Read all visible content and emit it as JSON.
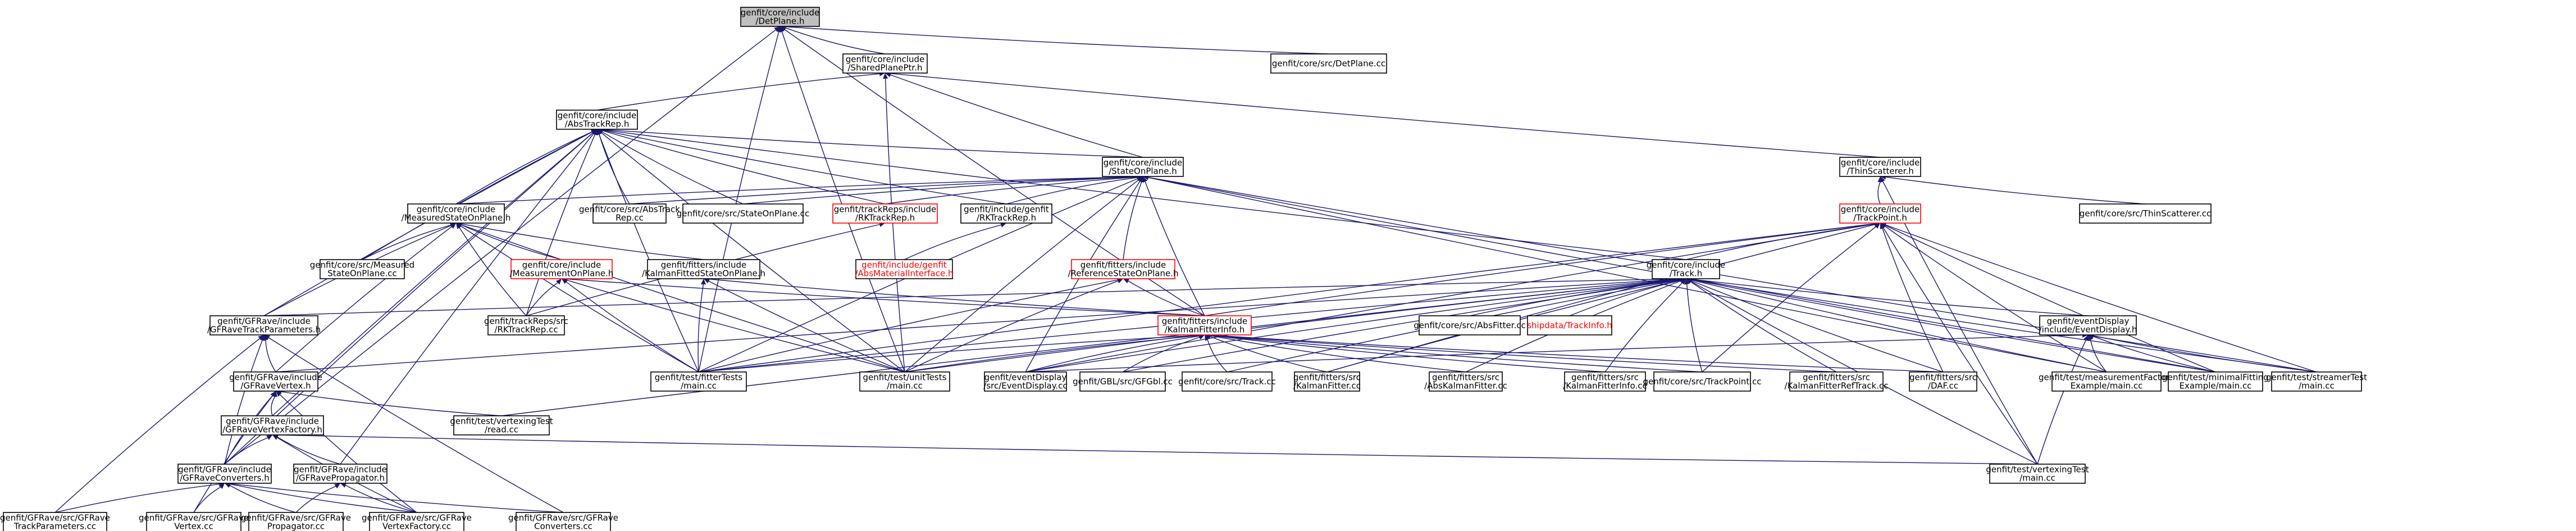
{
  "graph": {
    "kind": "include-dependency-graph",
    "nodes": [
      {
        "id": "detplane_h",
        "lines": [
          "genfit/core/include",
          "/DetPlane.h"
        ],
        "style": "root"
      },
      {
        "id": "detplane_cc",
        "lines": [
          "genfit/core/src/DetPlane.cc"
        ]
      },
      {
        "id": "sharedplaneptr_h",
        "lines": [
          "genfit/core/include",
          "/SharedPlanePtr.h"
        ]
      },
      {
        "id": "abstrackrep_h",
        "lines": [
          "genfit/core/include",
          "/AbsTrackRep.h"
        ]
      },
      {
        "id": "thinscatterer_h",
        "lines": [
          "genfit/core/include",
          "/ThinScatterer.h"
        ]
      },
      {
        "id": "thinscatterer_cc",
        "lines": [
          "genfit/core/src/ThinScatterer.cc"
        ]
      },
      {
        "id": "stateonplane_h",
        "lines": [
          "genfit/core/include",
          "/StateOnPlane.h"
        ]
      },
      {
        "id": "measuredstateonplane_h",
        "lines": [
          "genfit/core/include",
          "/MeasuredStateOnPlane.h"
        ]
      },
      {
        "id": "abstrackrep_cc",
        "lines": [
          "genfit/core/src/AbsTrack",
          "Rep.cc"
        ]
      },
      {
        "id": "stateonplane_cc",
        "lines": [
          "genfit/core/src/StateOnPlane.cc"
        ]
      },
      {
        "id": "rktrackrep_inc_h",
        "lines": [
          "genfit/trackReps/include",
          "/RKTrackRep.h"
        ],
        "style": "redbox"
      },
      {
        "id": "genfit_rktrackrep_h",
        "lines": [
          "genfit/include/genfit",
          "/RKTrackRep.h"
        ]
      },
      {
        "id": "trackpoint_h",
        "lines": [
          "genfit/core/include",
          "/TrackPoint.h"
        ],
        "style": "redbox"
      },
      {
        "id": "measuredstateonplane_cc",
        "lines": [
          "genfit/core/src/Measured",
          "StateOnPlane.cc"
        ]
      },
      {
        "id": "abshmaterialinterface_h",
        "lines": [
          "genfit/include/genfit",
          "/AbsMaterialInterface.h"
        ],
        "style": "redtext"
      },
      {
        "id": "measurementonplane_h",
        "lines": [
          "genfit/core/include",
          "/MeasurementOnPlane.h"
        ],
        "style": "redbox"
      },
      {
        "id": "kalmanfittedstateonplane_h",
        "lines": [
          "genfit/fitters/include",
          "/KalmanFittedStateOnPlane.h"
        ]
      },
      {
        "id": "referencestateonplane_h",
        "lines": [
          "genfit/fitters/include",
          "/ReferenceStateOnPlane.h"
        ],
        "style": "redbox"
      },
      {
        "id": "track_h",
        "lines": [
          "genfit/core/include",
          "/Track.h"
        ]
      },
      {
        "id": "gfravetrackparameters_h",
        "lines": [
          "genfit/GFRave/include",
          "/GFRaveTrackParameters.h"
        ]
      },
      {
        "id": "rktrackrep_cc",
        "lines": [
          "genfit/trackReps/src",
          "/RKTrackRep.cc"
        ]
      },
      {
        "id": "kalmanfitterinfo_h",
        "lines": [
          "genfit/fitters/include",
          "/KalmanFitterInfo.h"
        ],
        "style": "redbox"
      },
      {
        "id": "absfitter_cc",
        "lines": [
          "genfit/core/src/AbsFitter.cc"
        ]
      },
      {
        "id": "shipdata_trackinfo_h",
        "lines": [
          "shipdata/TrackInfo.h"
        ],
        "style": "redtext"
      },
      {
        "id": "eventdisplay_h",
        "lines": [
          "genfit/eventDisplay",
          "/include/EventDisplay.h"
        ]
      },
      {
        "id": "gfravevertex_h",
        "lines": [
          "genfit/GFRave/include",
          "/GFRaveVertex.h"
        ]
      },
      {
        "id": "fittertests_main_cc",
        "lines": [
          "genfit/test/fitterTests",
          "/main.cc"
        ]
      },
      {
        "id": "unittests_main_cc",
        "lines": [
          "genfit/test/unitTests",
          "/main.cc"
        ]
      },
      {
        "id": "eventdisplay_cc",
        "lines": [
          "genfit/eventDisplay",
          "/src/EventDisplay.cc"
        ]
      },
      {
        "id": "gfgbl_cc",
        "lines": [
          "genfit/GBL/src/GFGbl.cc"
        ]
      },
      {
        "id": "track_cc",
        "lines": [
          "genfit/core/src/Track.cc"
        ]
      },
      {
        "id": "kalmanfitter_cc",
        "lines": [
          "genfit/fitters/src",
          "/KalmanFitter.cc"
        ]
      },
      {
        "id": "abskalmanfitter_cc",
        "lines": [
          "genfit/fitters/src",
          "/AbsKalmanFitter.cc"
        ]
      },
      {
        "id": "kalmanfitterinfo_cc",
        "lines": [
          "genfit/fitters/src",
          "/KalmanFitterInfo.cc"
        ]
      },
      {
        "id": "trackpoint_cc",
        "lines": [
          "genfit/core/src/TrackPoint.cc"
        ]
      },
      {
        "id": "kalmanfitterreftrack_cc",
        "lines": [
          "genfit/fitters/src",
          "/KalmanFitterRefTrack.cc"
        ]
      },
      {
        "id": "daf_cc",
        "lines": [
          "genfit/fitters/src",
          "/DAF.cc"
        ]
      },
      {
        "id": "measurementfactory_main_cc",
        "lines": [
          "genfit/test/measurementFactory",
          "Example/main.cc"
        ]
      },
      {
        "id": "minimalfitting_main_cc",
        "lines": [
          "genfit/test/minimalFitting",
          "Example/main.cc"
        ]
      },
      {
        "id": "streamertest_main_cc",
        "lines": [
          "genfit/test/streamerTest",
          "/main.cc"
        ]
      },
      {
        "id": "vertexingtest_read_cc",
        "lines": [
          "genfit/test/vertexingTest",
          "/read.cc"
        ]
      },
      {
        "id": "gfravevertexfactory_h",
        "lines": [
          "genfit/GFRave/include",
          "/GFRaveVertexFactory.h"
        ]
      },
      {
        "id": "vertexingtest_main_cc",
        "lines": [
          "genfit/test/vertexingTest",
          "/main.cc"
        ]
      },
      {
        "id": "gfraveconverters_h",
        "lines": [
          "genfit/GFRave/include",
          "/GFRaveConverters.h"
        ]
      },
      {
        "id": "gfravepropagator_h",
        "lines": [
          "genfit/GFRave/include",
          "/GFRavePropagator.h"
        ]
      },
      {
        "id": "gfravetrackparameters_cc",
        "lines": [
          "genfit/GFRave/src/GFRave",
          "TrackParameters.cc"
        ]
      },
      {
        "id": "gfravevertex_cc",
        "lines": [
          "genfit/GFRave/src/GFRave",
          "Vertex.cc"
        ]
      },
      {
        "id": "gfravepropagator_cc",
        "lines": [
          "genfit/GFRave/src/GFRave",
          "Propagator.cc"
        ]
      },
      {
        "id": "gfravevertexfactory_cc",
        "lines": [
          "genfit/GFRave/src/GFRave",
          "VertexFactory.cc"
        ]
      },
      {
        "id": "gfraveconverters_cc",
        "lines": [
          "genfit/GFRave/src/GFRave",
          "Converters.cc"
        ]
      }
    ],
    "edges": [
      [
        "detplane_h",
        "detplane_cc"
      ],
      [
        "detplane_h",
        "sharedplaneptr_h"
      ],
      [
        "detplane_h",
        "fittertests_main_cc"
      ],
      [
        "detplane_h",
        "gfraveconverters_h"
      ],
      [
        "detplane_h",
        "unittests_main_cc"
      ],
      [
        "detplane_h",
        "kalmanfitterinfo_h"
      ],
      [
        "sharedplaneptr_h",
        "abstrackrep_h"
      ],
      [
        "sharedplaneptr_h",
        "stateonplane_h"
      ],
      [
        "sharedplaneptr_h",
        "thinscatterer_h"
      ],
      [
        "sharedplaneptr_h",
        "unittests_main_cc"
      ],
      [
        "abstrackrep_h",
        "stateonplane_h"
      ],
      [
        "abstrackrep_h",
        "measuredstateonplane_h"
      ],
      [
        "abstrackrep_h",
        "abstrackrep_cc"
      ],
      [
        "abstrackrep_h",
        "stateonplane_cc"
      ],
      [
        "abstrackrep_h",
        "rktrackrep_inc_h"
      ],
      [
        "abstrackrep_h",
        "genfit_rktrackrep_h"
      ],
      [
        "abstrackrep_h",
        "measuredstateonplane_cc"
      ],
      [
        "abstrackrep_h",
        "track_h"
      ],
      [
        "abstrackrep_h",
        "gfravetrackparameters_h"
      ],
      [
        "abstrackrep_h",
        "fittertests_main_cc"
      ],
      [
        "abstrackrep_h",
        "unittests_main_cc"
      ],
      [
        "abstrackrep_h",
        "gfravevertexfactory_h"
      ],
      [
        "abstrackrep_h",
        "gfraveconverters_h"
      ],
      [
        "abstrackrep_h",
        "gfravepropagator_h"
      ],
      [
        "abstrackrep_h",
        "rktrackrep_cc"
      ],
      [
        "thinscatterer_h",
        "thinscatterer_cc"
      ],
      [
        "thinscatterer_h",
        "trackpoint_h"
      ],
      [
        "thinscatterer_h",
        "vertexingtest_main_cc"
      ],
      [
        "stateonplane_h",
        "measuredstateonplane_h"
      ],
      [
        "stateonplane_h",
        "abstrackrep_cc"
      ],
      [
        "stateonplane_h",
        "stateonplane_cc"
      ],
      [
        "stateonplane_h",
        "rktrackrep_inc_h"
      ],
      [
        "stateonplane_h",
        "genfit_rktrackrep_h"
      ],
      [
        "stateonplane_h",
        "referencestateonplane_h"
      ],
      [
        "stateonplane_h",
        "kalmanfitterinfo_h"
      ],
      [
        "stateonplane_h",
        "fittertests_main_cc"
      ],
      [
        "stateonplane_h",
        "unittests_main_cc"
      ],
      [
        "stateonplane_h",
        "eventdisplay_cc"
      ],
      [
        "stateonplane_h",
        "measurementfactory_main_cc"
      ],
      [
        "stateonplane_h",
        "minimalfitting_main_cc"
      ],
      [
        "stateonplane_h",
        "streamertest_main_cc"
      ],
      [
        "measuredstateonplane_h",
        "measuredstateonplane_cc"
      ],
      [
        "measuredstateonplane_h",
        "measurementonplane_h"
      ],
      [
        "measuredstateonplane_h",
        "kalmanfittedstateonplane_h"
      ],
      [
        "measuredstateonplane_h",
        "rktrackrep_cc"
      ],
      [
        "measuredstateonplane_h",
        "fittertests_main_cc"
      ],
      [
        "measuredstateonplane_h",
        "gfravetrackparameters_h"
      ],
      [
        "measuredstateonplane_h",
        "unittests_main_cc"
      ],
      [
        "measuredstateonplane_h",
        "gfravevertex_h"
      ],
      [
        "rktrackrep_inc_h",
        "rktrackrep_cc"
      ],
      [
        "genfit_rktrackrep_h",
        "abshmaterialinterface_h"
      ],
      [
        "trackpoint_h",
        "track_h"
      ],
      [
        "trackpoint_h",
        "kalmanfitterinfo_h"
      ],
      [
        "trackpoint_h",
        "fittertests_main_cc"
      ],
      [
        "trackpoint_h",
        "trackpoint_cc"
      ],
      [
        "trackpoint_h",
        "daf_cc"
      ],
      [
        "trackpoint_h",
        "measurementfactory_main_cc"
      ],
      [
        "trackpoint_h",
        "minimalfitting_main_cc"
      ],
      [
        "trackpoint_h",
        "streamertest_main_cc"
      ],
      [
        "trackpoint_h",
        "vertexingtest_main_cc"
      ],
      [
        "trackpoint_h",
        "kalmanfitter_cc"
      ],
      [
        "trackpoint_h",
        "eventdisplay_cc"
      ],
      [
        "measurementonplane_h",
        "kalmanfitterinfo_h"
      ],
      [
        "measurementonplane_h",
        "rktrackrep_cc"
      ],
      [
        "measurementonplane_h",
        "fittertests_main_cc"
      ],
      [
        "measurementonplane_h",
        "unittests_main_cc"
      ],
      [
        "kalmanfittedstateonplane_h",
        "kalmanfitterinfo_h"
      ],
      [
        "kalmanfittedstateonplane_h",
        "fittertests_main_cc"
      ],
      [
        "kalmanfittedstateonplane_h",
        "unittests_main_cc"
      ],
      [
        "referencestateonplane_h",
        "kalmanfitterinfo_h"
      ],
      [
        "referencestateonplane_h",
        "fittertests_main_cc"
      ],
      [
        "referencestateonplane_h",
        "unittests_main_cc"
      ],
      [
        "track_h",
        "absfitter_cc"
      ],
      [
        "track_h",
        "shipdata_trackinfo_h"
      ],
      [
        "track_h",
        "eventdisplay_h"
      ],
      [
        "track_h",
        "gfravetrackparameters_h"
      ],
      [
        "track_h",
        "fittertests_main_cc"
      ],
      [
        "track_h",
        "unittests_main_cc"
      ],
      [
        "track_h",
        "eventdisplay_cc"
      ],
      [
        "track_h",
        "gfgbl_cc"
      ],
      [
        "track_h",
        "track_cc"
      ],
      [
        "track_h",
        "kalmanfitter_cc"
      ],
      [
        "track_h",
        "abskalmanfitter_cc"
      ],
      [
        "track_h",
        "kalmanfitterinfo_cc"
      ],
      [
        "track_h",
        "trackpoint_cc"
      ],
      [
        "track_h",
        "kalmanfitterreftrack_cc"
      ],
      [
        "track_h",
        "daf_cc"
      ],
      [
        "track_h",
        "measurementfactory_main_cc"
      ],
      [
        "track_h",
        "minimalfitting_main_cc"
      ],
      [
        "track_h",
        "streamertest_main_cc"
      ],
      [
        "track_h",
        "vertexingtest_main_cc"
      ],
      [
        "track_h",
        "vertexingtest_read_cc"
      ],
      [
        "track_h",
        "gfravevertex_h"
      ],
      [
        "kalmanfitterinfo_h",
        "fittertests_main_cc"
      ],
      [
        "kalmanfitterinfo_h",
        "unittests_main_cc"
      ],
      [
        "kalmanfitterinfo_h",
        "eventdisplay_cc"
      ],
      [
        "kalmanfitterinfo_h",
        "gfgbl_cc"
      ],
      [
        "kalmanfitterinfo_h",
        "track_cc"
      ],
      [
        "kalmanfitterinfo_h",
        "kalmanfitter_cc"
      ],
      [
        "kalmanfitterinfo_h",
        "abskalmanfitter_cc"
      ],
      [
        "kalmanfitterinfo_h",
        "kalmanfitterinfo_cc"
      ],
      [
        "kalmanfitterinfo_h",
        "trackpoint_cc"
      ],
      [
        "kalmanfitterinfo_h",
        "kalmanfitterreftrack_cc"
      ],
      [
        "kalmanfitterinfo_h",
        "daf_cc"
      ],
      [
        "eventdisplay_h",
        "eventdisplay_cc"
      ],
      [
        "eventdisplay_h",
        "measurementfactory_main_cc"
      ],
      [
        "eventdisplay_h",
        "minimalfitting_main_cc"
      ],
      [
        "eventdisplay_h",
        "streamertest_main_cc"
      ],
      [
        "eventdisplay_h",
        "vertexingtest_main_cc"
      ],
      [
        "gfravetrackparameters_h",
        "gfravevertex_h"
      ],
      [
        "gfravetrackparameters_h",
        "gfravetrackparameters_cc"
      ],
      [
        "gfravetrackparameters_h",
        "gfraveconverters_cc"
      ],
      [
        "gfravetrackparameters_h",
        "gfraveconverters_h"
      ],
      [
        "gfravevertex_h",
        "vertexingtest_read_cc"
      ],
      [
        "gfravevertex_h",
        "gfravevertexfactory_h"
      ],
      [
        "gfravevertex_h",
        "gfraveconverters_h"
      ],
      [
        "gfravevertex_h",
        "gfravevertex_cc"
      ],
      [
        "gfravevertex_h",
        "gfravevertexfactory_cc"
      ],
      [
        "gfravevertexfactory_h",
        "vertexingtest_main_cc"
      ],
      [
        "gfravevertexfactory_h",
        "gfraveconverters_h"
      ],
      [
        "gfravevertexfactory_h",
        "gfravepropagator_h"
      ],
      [
        "gfravevertexfactory_h",
        "gfravevertexfactory_cc"
      ],
      [
        "gfraveconverters_h",
        "gfravetrackparameters_cc"
      ],
      [
        "gfraveconverters_h",
        "gfravevertex_cc"
      ],
      [
        "gfraveconverters_h",
        "gfravepropagator_cc"
      ],
      [
        "gfraveconverters_h",
        "gfravevertexfactory_cc"
      ],
      [
        "gfraveconverters_h",
        "gfraveconverters_cc"
      ],
      [
        "gfravepropagator_h",
        "gfravepropagator_cc"
      ],
      [
        "gfravepropagator_h",
        "gfravevertexfactory_cc"
      ]
    ]
  },
  "colors": {
    "edge": "#191970",
    "root_fill": "#bfbfbf",
    "highlight": "#ff0000"
  }
}
